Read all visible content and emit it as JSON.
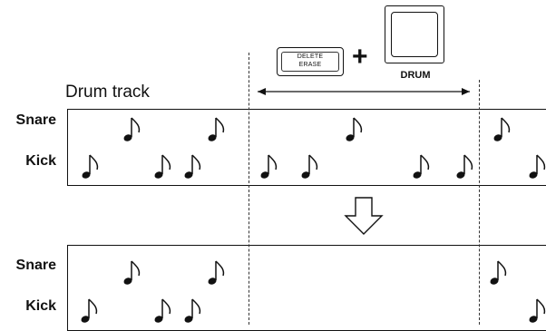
{
  "title": "Drum track",
  "rows": {
    "snare": "Snare",
    "kick": "Kick"
  },
  "controls": {
    "delete_erase_line1": "DELETE",
    "delete_erase_line2": "ERASE",
    "plus": "+",
    "drum_label": "DRUM"
  },
  "icons": {
    "note": "eighth-note-icon",
    "arrow": "down-arrow-icon",
    "range": "double-headed-arrow-icon"
  }
}
